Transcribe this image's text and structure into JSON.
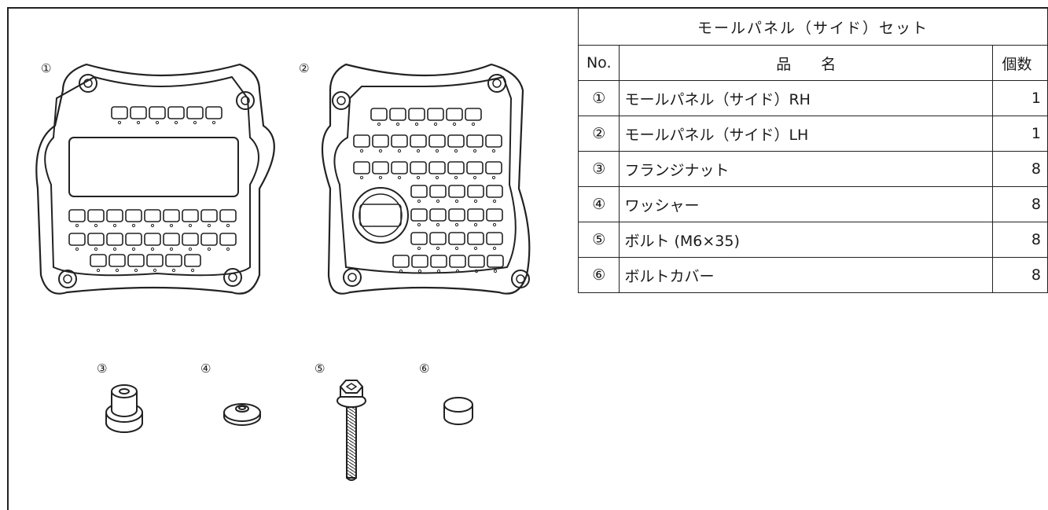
{
  "table": {
    "title": "モールパネル（サイド）セット",
    "header": {
      "no": "No.",
      "name": "品　　名",
      "qty": "個数"
    },
    "rows": [
      {
        "no": "①",
        "name": "モールパネル（サイド）RH",
        "qty": "1"
      },
      {
        "no": "②",
        "name": "モールパネル（サイド）LH",
        "qty": "1"
      },
      {
        "no": "③",
        "name": "フランジナット",
        "qty": "8"
      },
      {
        "no": "④",
        "name": "ワッシャー",
        "qty": "8"
      },
      {
        "no": "⑤",
        "name": "ボルト (M6×35)",
        "qty": "8"
      },
      {
        "no": "⑥",
        "name": "ボルトカバー",
        "qty": "8"
      }
    ]
  },
  "figure_labels": {
    "panel_rh": "①",
    "panel_lh": "②",
    "flange_nut": "③",
    "washer": "④",
    "bolt": "⑤",
    "bolt_cover": "⑥"
  }
}
